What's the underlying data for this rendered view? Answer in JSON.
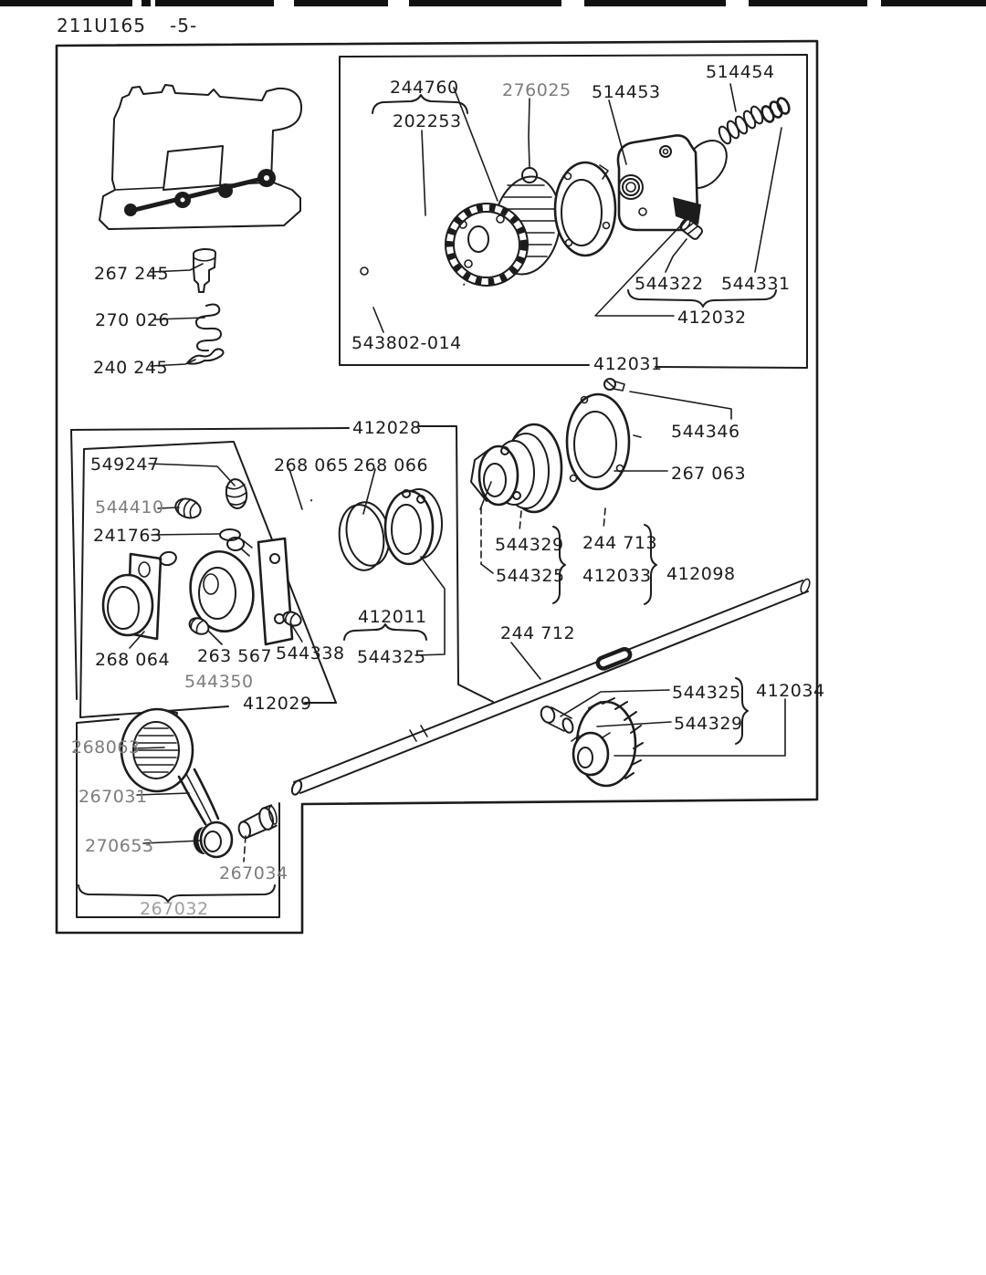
{
  "page": {
    "header_code": "211U165",
    "header_page": "-5-"
  },
  "labels": [
    {
      "id": "244760",
      "text": "244760"
    },
    {
      "id": "202253",
      "text": "202253"
    },
    {
      "id": "276025",
      "text": "276025"
    },
    {
      "id": "514453",
      "text": "514453"
    },
    {
      "id": "514454",
      "text": "514454"
    },
    {
      "id": "544322",
      "text": "544322"
    },
    {
      "id": "544331",
      "text": "544331"
    },
    {
      "id": "412032",
      "text": "412032"
    },
    {
      "id": "543802-014",
      "text": "543802-014"
    },
    {
      "id": "412031",
      "text": "412031"
    },
    {
      "id": "267245",
      "text": "267 245"
    },
    {
      "id": "270026",
      "text": "270 026"
    },
    {
      "id": "240245",
      "text": "240 245"
    },
    {
      "id": "412028",
      "text": "412028"
    },
    {
      "id": "549247",
      "text": "549247"
    },
    {
      "id": "268065",
      "text": "268 065"
    },
    {
      "id": "268066",
      "text": "268 066"
    },
    {
      "id": "544410",
      "text": "544410"
    },
    {
      "id": "241763",
      "text": "241763"
    },
    {
      "id": "268064",
      "text": "268 064"
    },
    {
      "id": "263567",
      "text": "263 567"
    },
    {
      "id": "544338",
      "text": "544338"
    },
    {
      "id": "544350",
      "text": "544350"
    },
    {
      "id": "412029",
      "text": "412029"
    },
    {
      "id": "412011",
      "text": "412011"
    },
    {
      "id": "544325-a",
      "text": "544325"
    },
    {
      "id": "544346",
      "text": "544346"
    },
    {
      "id": "267063",
      "text": "267 063"
    },
    {
      "id": "544329-a",
      "text": "544329"
    },
    {
      "id": "244713",
      "text": "244 713"
    },
    {
      "id": "544325-b",
      "text": "544325"
    },
    {
      "id": "412033",
      "text": "412033"
    },
    {
      "id": "412098",
      "text": "412098"
    },
    {
      "id": "244712",
      "text": "244 712"
    },
    {
      "id": "544325-c",
      "text": "544325"
    },
    {
      "id": "412034",
      "text": "412034"
    },
    {
      "id": "544329-b",
      "text": "544329"
    },
    {
      "id": "268063",
      "text": "268063"
    },
    {
      "id": "267031",
      "text": "267031"
    },
    {
      "id": "270653",
      "text": "270653"
    },
    {
      "id": "267034",
      "text": "267034"
    },
    {
      "id": "267032",
      "text": "267032"
    }
  ]
}
